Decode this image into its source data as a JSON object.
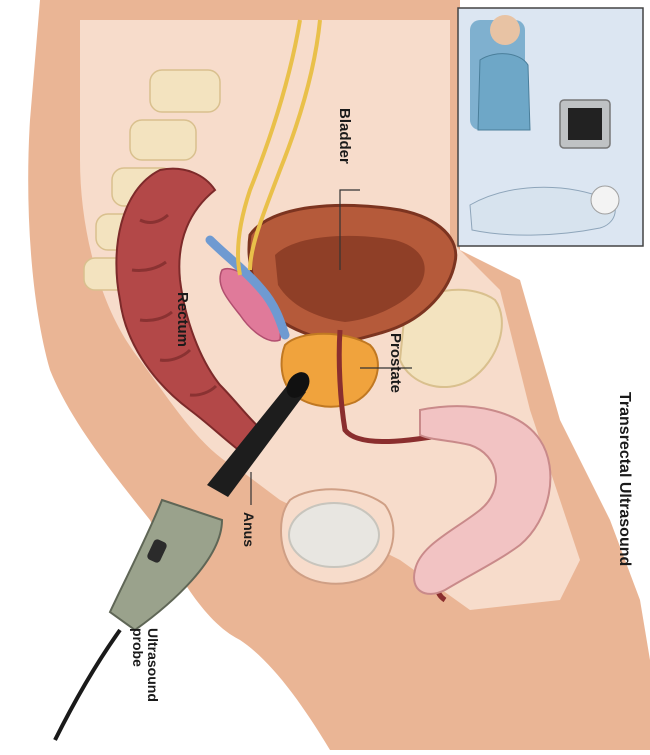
{
  "labels": {
    "bladder": "Bladder",
    "rectum": "Rectum",
    "prostate": "Prostate",
    "anus": "Anus",
    "probe_line1": "Ultrasound",
    "probe_line2": "probe"
  },
  "title": "Transrectal Ultrasound",
  "colors": {
    "skin": "#eab595",
    "skin_light": "#f7dccb",
    "rectum": "#b34848",
    "bladder": "#b55a3a",
    "prostate": "#f0a33d",
    "nerve": "#e9c04a",
    "vein": "#6f9ad1",
    "probe_body": "#9aa28c",
    "probe_tip": "#1d1d1d",
    "inset_bg": "#dce6f2"
  }
}
